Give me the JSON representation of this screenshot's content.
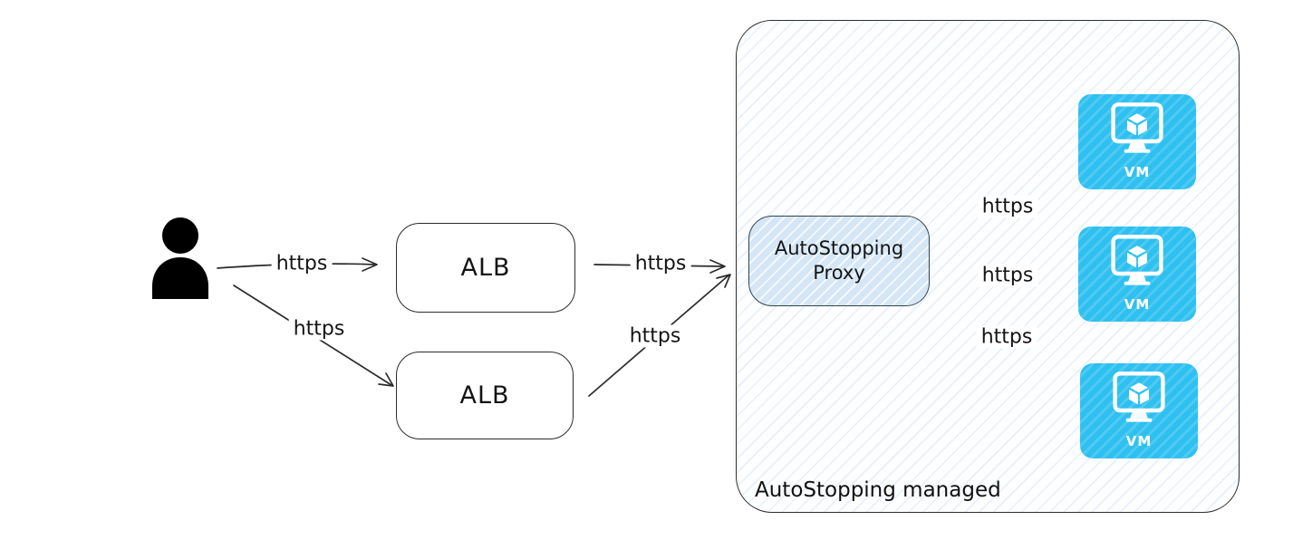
{
  "nodes": {
    "alb_top": {
      "label": "ALB"
    },
    "alb_bottom": {
      "label": "ALB"
    },
    "proxy": {
      "line1": "AutoStopping",
      "line2": "Proxy"
    },
    "vm1": {
      "label": "VM"
    },
    "vm2": {
      "label": "VM"
    },
    "vm3": {
      "label": "VM"
    }
  },
  "container": {
    "label": "AutoStopping managed"
  },
  "edges": [
    {
      "from": "user",
      "to": "alb-top",
      "label": "https"
    },
    {
      "from": "user",
      "to": "alb-bottom",
      "label": "https"
    },
    {
      "from": "alb-top",
      "to": "proxy",
      "label": "https"
    },
    {
      "from": "alb-bottom",
      "to": "proxy",
      "label": "https"
    },
    {
      "from": "proxy",
      "to": "vm-1",
      "label": "https"
    },
    {
      "from": "proxy",
      "to": "vm-2",
      "label": "https"
    },
    {
      "from": "proxy",
      "to": "vm-3",
      "label": "https"
    }
  ],
  "icons": {
    "user": "person-icon",
    "vm": "monitor-cube-icon"
  },
  "colors": {
    "vm_fill": "#2EC0F0",
    "proxy_fill": "#d5e6f6",
    "stroke": "#2b2b2b"
  }
}
